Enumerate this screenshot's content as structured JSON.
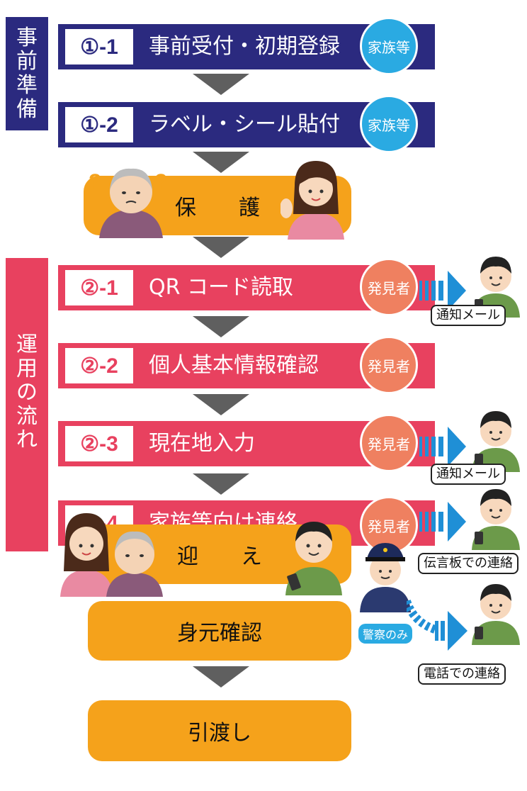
{
  "prep_sidebar": {
    "chars": [
      "事",
      "前",
      "準",
      "備"
    ]
  },
  "ops_sidebar": {
    "chars": [
      "運",
      "用",
      "の",
      "流",
      "れ"
    ]
  },
  "steps": [
    {
      "num": "①-1",
      "title": "事前受付・初期登録",
      "role": "家族等"
    },
    {
      "num": "①-2",
      "title": "ラベル・シール貼付",
      "role": "家族等"
    },
    {
      "num": "②-1",
      "title": "QR コード読取",
      "role": "発見者"
    },
    {
      "num": "②-2",
      "title": "個人基本情報確認",
      "role": "発見者"
    },
    {
      "num": "②-3",
      "title": "現在地入力",
      "role": "発見者"
    },
    {
      "num": "②-4",
      "title": "家族等向け連絡",
      "role": "発見者"
    }
  ],
  "protect_label": "保　　護",
  "pickup_label": "迎　　え",
  "identity_check": "身元確認",
  "handover": "引渡し",
  "notifications": {
    "mail_1": "通知メール",
    "mail_2": "通知メール",
    "board": "伝言板での連絡",
    "phone": "電話での連絡",
    "police_only": "警察のみ"
  },
  "colors": {
    "navy": "#2b2a7f",
    "red": "#e8415f",
    "orange": "#f5a21b",
    "family_circle": "#2aaae2",
    "finder_circle": "#ef8060",
    "arrow_blue": "#1f8fd6"
  }
}
